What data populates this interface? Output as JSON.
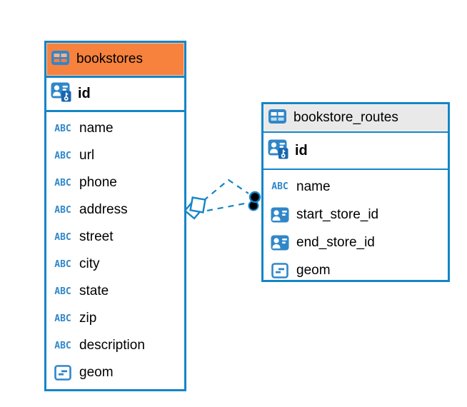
{
  "diagram": {
    "type": "er-diagram",
    "colors": {
      "accent_blue": "#1485C8",
      "icon_blue": "#2F87C9",
      "key_block_blue": "#1A66AE",
      "bookstores_header_bg": "#F6823E",
      "routes_header_bg": "#E9E9E9",
      "canvas_bg": "#FFFFFF",
      "relationship_endpoint_fill": "#000000"
    },
    "icons": {
      "table": "table-grid-icon",
      "primary_key": "person-key-icon",
      "text_type": "abc-icon",
      "text_type_glyph": "ABC",
      "reference_type": "person-card-icon",
      "geometry_type": "square-dash-icon",
      "relationship_source_marker": "diamond-marker",
      "relationship_target_marker": "filled-circle-marker"
    },
    "tables": [
      {
        "name": "bookstores",
        "primary_key": "id",
        "columns": [
          {
            "name": "name",
            "type": "text"
          },
          {
            "name": "url",
            "type": "text"
          },
          {
            "name": "phone",
            "type": "text"
          },
          {
            "name": "address",
            "type": "text"
          },
          {
            "name": "street",
            "type": "text"
          },
          {
            "name": "city",
            "type": "text"
          },
          {
            "name": "state",
            "type": "text"
          },
          {
            "name": "zip",
            "type": "text"
          },
          {
            "name": "description",
            "type": "text"
          },
          {
            "name": "geom",
            "type": "geometry"
          }
        ]
      },
      {
        "name": "bookstore_routes",
        "primary_key": "id",
        "columns": [
          {
            "name": "name",
            "type": "text"
          },
          {
            "name": "start_store_id",
            "type": "reference"
          },
          {
            "name": "end_store_id",
            "type": "reference"
          },
          {
            "name": "geom",
            "type": "geometry"
          }
        ]
      }
    ],
    "relationships": [
      {
        "from": "bookstores",
        "to": "bookstore_routes",
        "line_style": "dashed"
      },
      {
        "from": "bookstores",
        "to": "bookstore_routes",
        "line_style": "dashed"
      }
    ]
  }
}
